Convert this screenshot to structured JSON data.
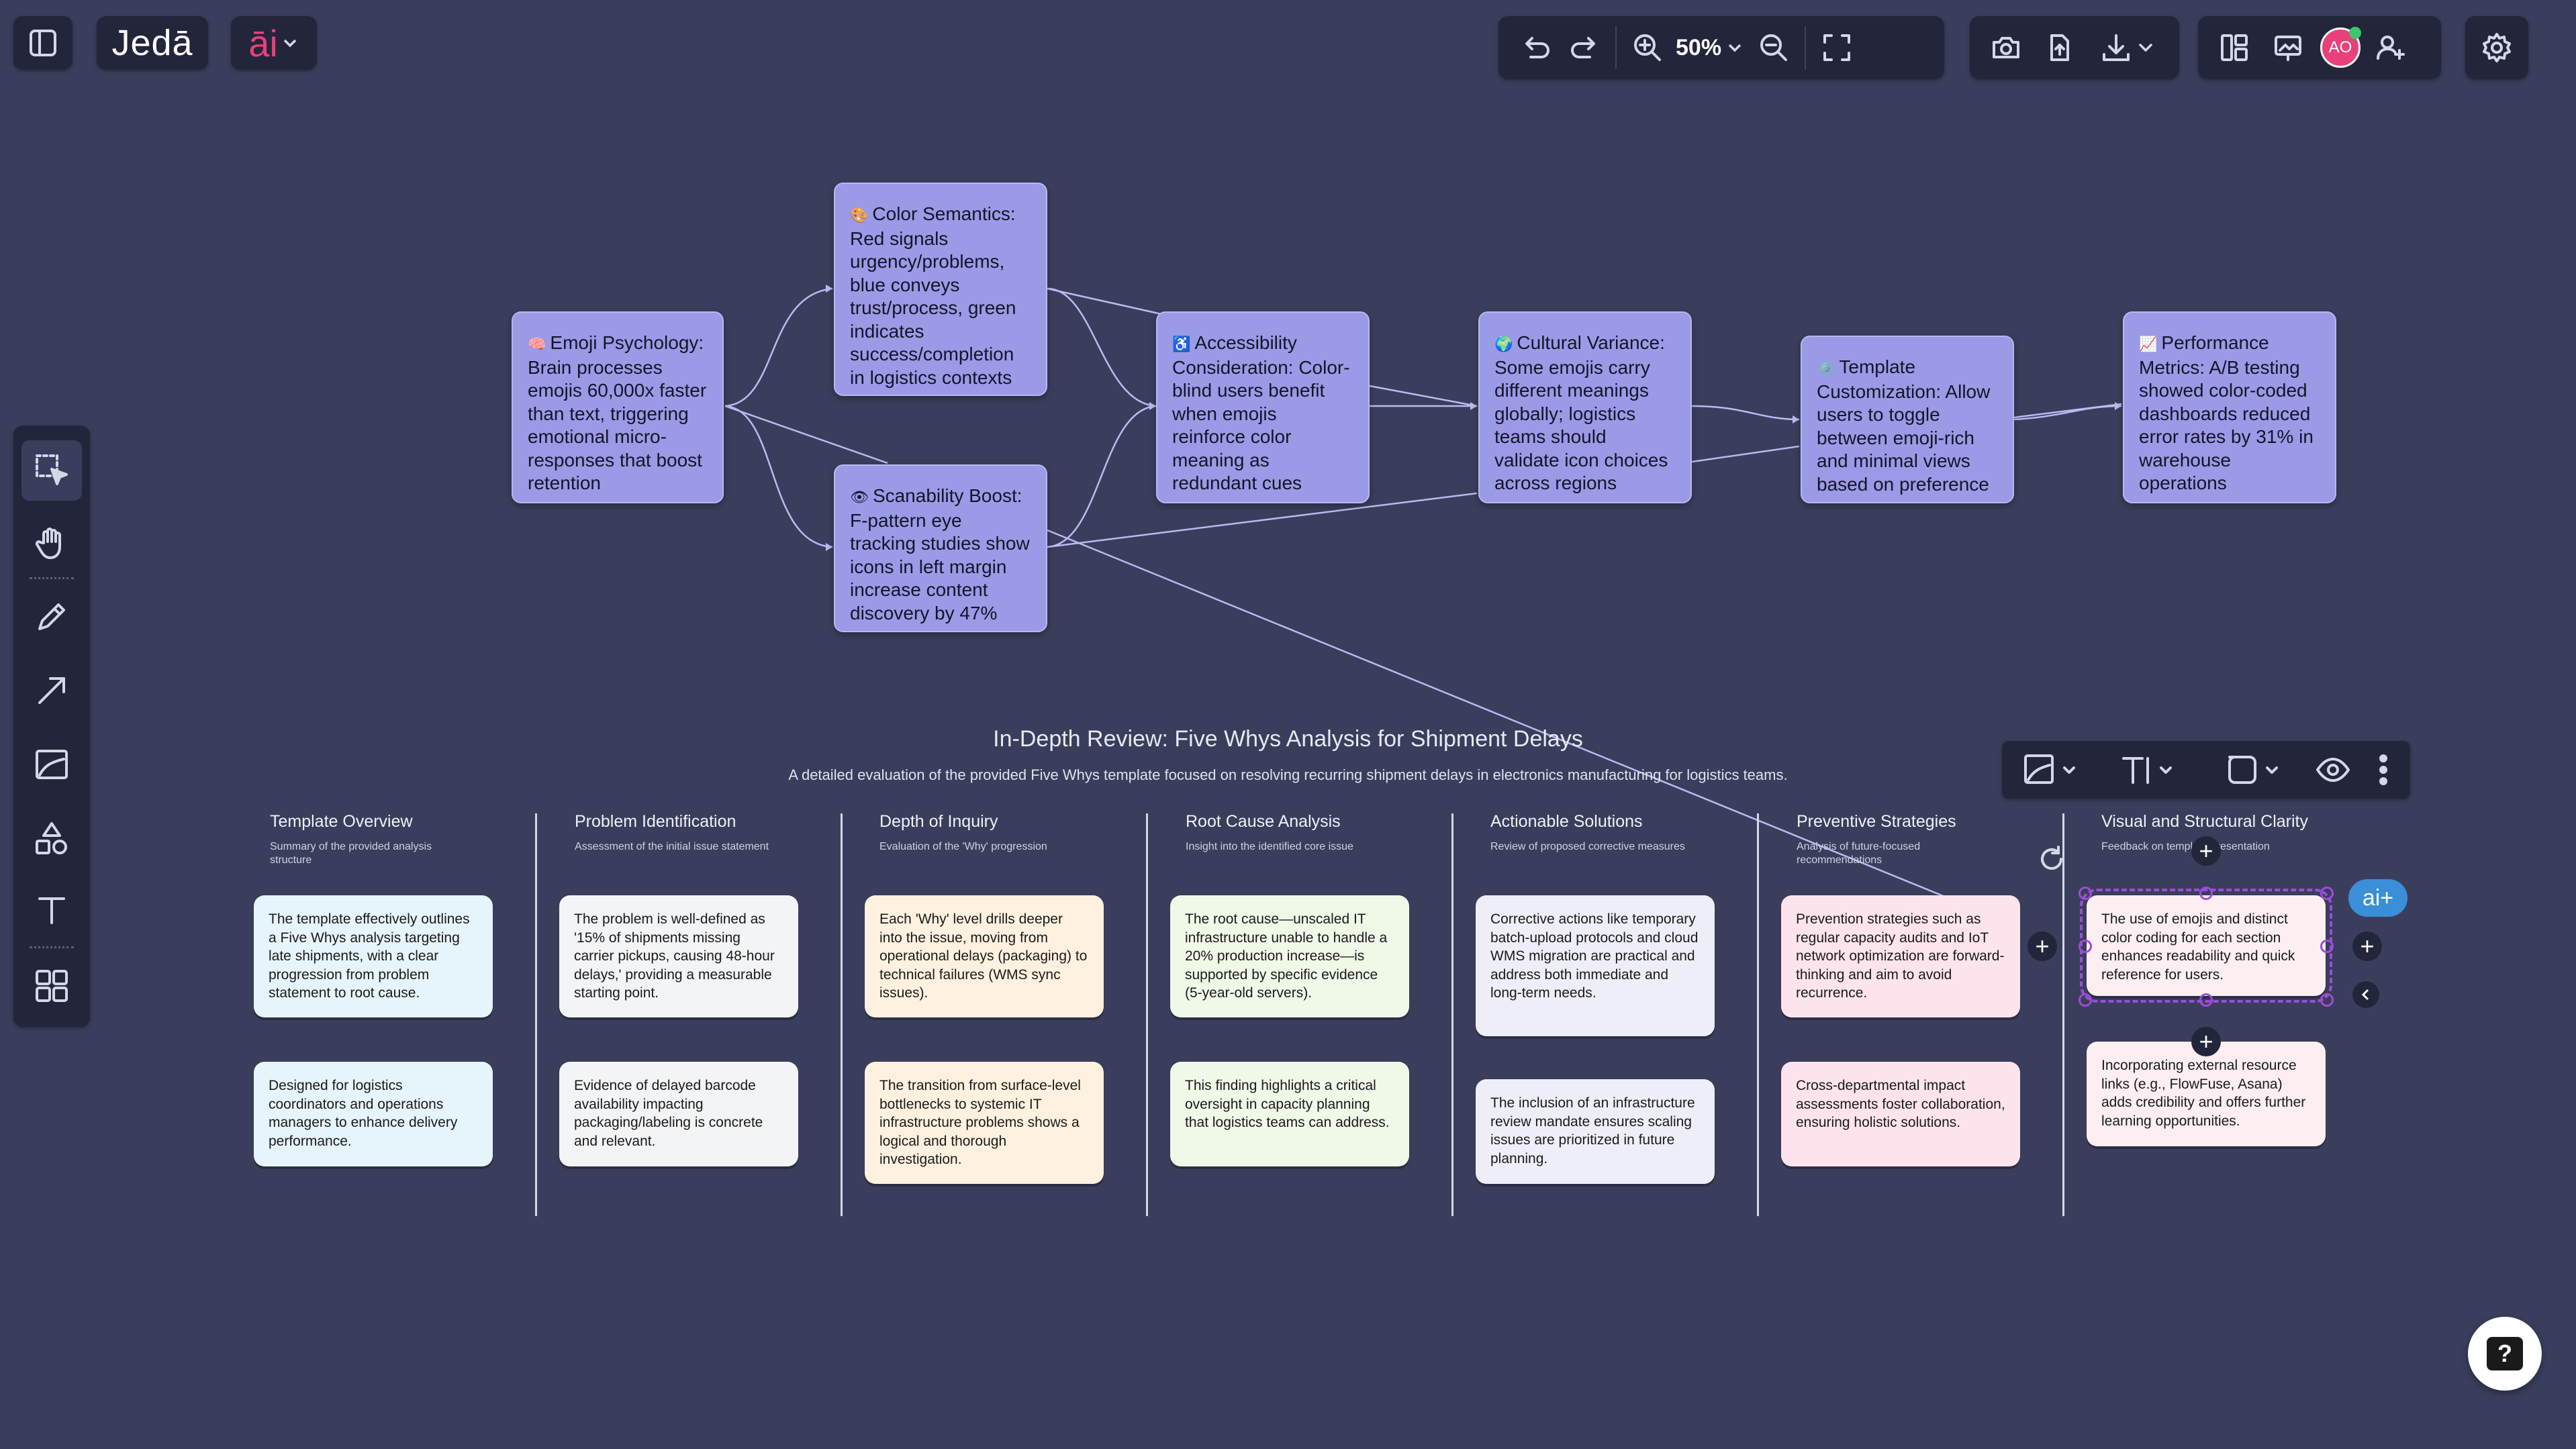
{
  "app": {
    "logo_text": "Jedā",
    "ai_menu_label": "āi",
    "zoom_level": "50%",
    "user_initials": "AO",
    "accent_color": "#e8407a",
    "selection_color": "#9b4dd8",
    "ai_plus_label": "ai+",
    "help_label": "?"
  },
  "icons": {
    "sidebar_toggle": "sidebar-toggle-icon",
    "undo": "undo-icon",
    "redo": "redo-icon",
    "zoom_in": "zoom-in-icon",
    "zoom_out": "zoom-out-icon",
    "fit": "fit-screen-icon",
    "camera": "camera-icon",
    "upload": "upload-icon",
    "download": "download-icon",
    "layout": "layout-icon",
    "present": "present-icon",
    "add_user": "add-user-icon",
    "settings": "gear-icon"
  },
  "tools": [
    "select",
    "hand",
    "pen",
    "arrow",
    "image",
    "shapes",
    "text",
    "templates"
  ],
  "mindmap": {
    "nodes": [
      {
        "emoji": "🧠",
        "text": "Emoji Psychology: Brain processes emojis 60,000x faster than text, triggering emotional micro-responses that boost retention"
      },
      {
        "emoji": "🎨",
        "text": "Color Semantics: Red signals urgency/problems, blue conveys trust/process, green indicates success/completion in logistics contexts"
      },
      {
        "emoji": "👁",
        "text": "Scanability Boost: F-pattern eye tracking studies show icons in left margin increase content discovery by 47%"
      },
      {
        "emoji": "♿",
        "text": "Accessibility Consideration: Color-blind users benefit when emojis reinforce color meaning as redundant cues"
      },
      {
        "emoji": "🌍",
        "text": "Cultural Variance: Some emojis carry different meanings globally; logistics teams should validate icon choices across regions"
      },
      {
        "emoji": "⚙️",
        "text": "Template Customization: Allow users to toggle between emoji-rich and minimal views based on preference"
      },
      {
        "emoji": "📈",
        "text": "Performance Metrics: A/B testing showed color-coded dashboards reduced error rates by 31% in warehouse operations"
      }
    ]
  },
  "board": {
    "title": "In-Depth Review: Five Whys Analysis for Shipment Delays",
    "subtitle": "A detailed evaluation of the provided Five Whys template focused on resolving recurring shipment delays in electronics manufacturing for logistics teams.",
    "columns": [
      {
        "title": "Template Overview",
        "subtitle": "Summary of the provided analysis structure",
        "cards": [
          "The template effectively outlines a Five Whys analysis targeting late shipments, with a clear progression from problem statement to root cause.",
          "Designed for logistics coordinators and operations managers to enhance delivery performance."
        ]
      },
      {
        "title": "Problem Identification",
        "subtitle": "Assessment of the initial issue statement",
        "cards": [
          "The problem is well-defined as '15% of shipments missing carrier pickups, causing 48-hour delays,' providing a measurable starting point.",
          "Evidence of delayed barcode availability impacting packaging/labeling is concrete and relevant."
        ]
      },
      {
        "title": "Depth of Inquiry",
        "subtitle": "Evaluation of the 'Why' progression",
        "cards": [
          "Each 'Why' level drills deeper into the issue, moving from operational delays (packaging) to technical failures (WMS sync issues).",
          "The transition from surface-level bottlenecks to systemic IT infrastructure problems shows a logical and thorough investigation."
        ]
      },
      {
        "title": "Root Cause Analysis",
        "subtitle": "Insight into the identified core issue",
        "cards": [
          "The root cause—unscaled IT infrastructure unable to handle a 20% production increase—is supported by specific evidence (5-year-old servers).",
          "This finding highlights a critical oversight in capacity planning that logistics teams can address."
        ]
      },
      {
        "title": "Actionable Solutions",
        "subtitle": "Review of proposed corrective measures",
        "cards": [
          "Corrective actions like temporary batch-upload protocols and cloud WMS migration are practical and address both immediate and long-term needs.",
          "The inclusion of an infrastructure review mandate ensures scaling issues are prioritized in future planning."
        ]
      },
      {
        "title": "Preventive Strategies",
        "subtitle": "Analysis of future-focused recommendations",
        "cards": [
          "Prevention strategies such as regular capacity audits and IoT network optimization are forward-thinking and aim to avoid recurrence.",
          "Cross-departmental impact assessments foster collaboration, ensuring holistic solutions."
        ]
      },
      {
        "title": "Visual and Structural Clarity",
        "subtitle": "Feedback on template presentation",
        "cards": [
          "The use of emojis and distinct color coding for each section enhances readability and quick reference for users.",
          "Incorporating external resource links (e.g., FlowFuse, Asana) adds credibility and offers further learning opportunities."
        ]
      }
    ]
  }
}
